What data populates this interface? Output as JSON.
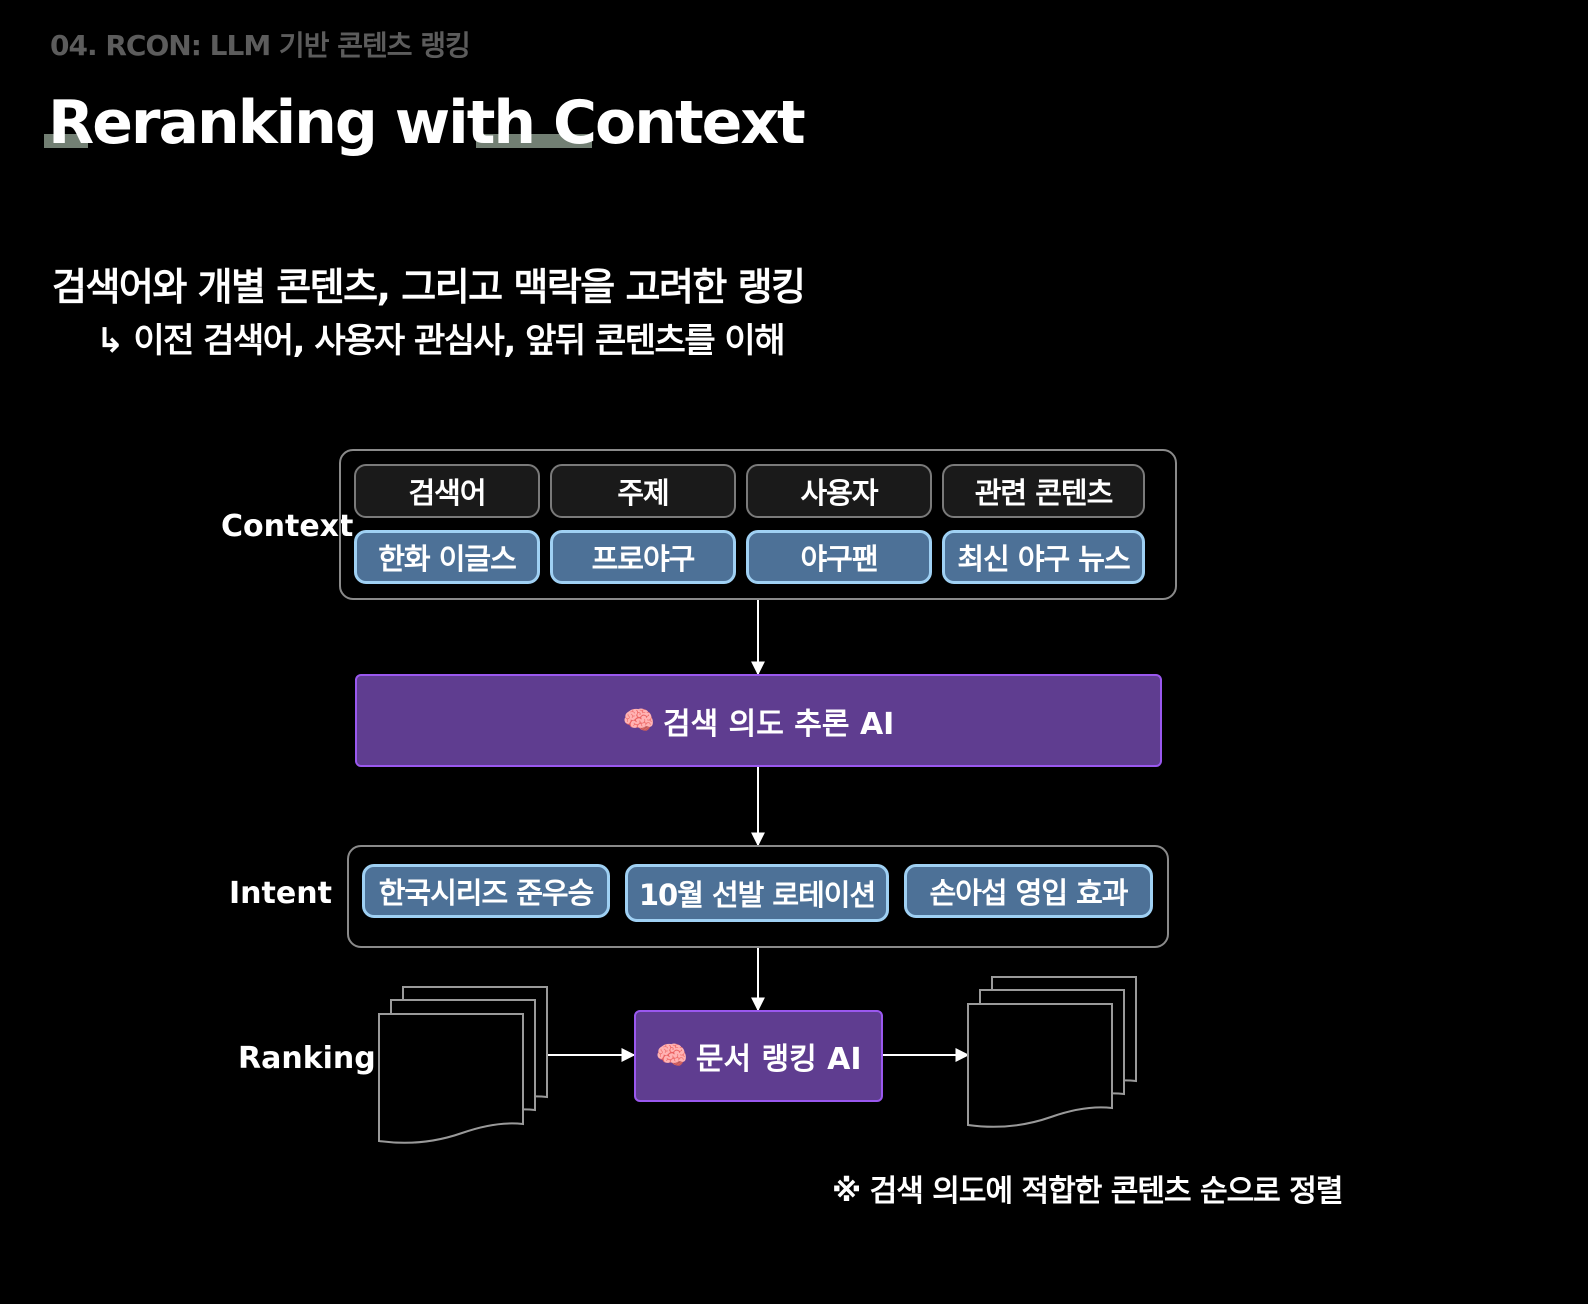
{
  "breadcrumb": "04. RCON: LLM 기반 콘텐츠 랭킹",
  "title": "Reranking with Context",
  "heading": "검색어와 개별 콘텐츠, 그리고 맥락을 고려한 랭킹",
  "subheading": "↳ 이전 검색어, 사용자 관심사, 앞뒤 콘텐츠를 이해",
  "context": {
    "label": "Context",
    "categories": [
      "검색어",
      "주제",
      "사용자",
      "관련 콘텐츠"
    ],
    "values": [
      "한화 이글스",
      "프로야구",
      "야구팬",
      "최신 야구 뉴스"
    ]
  },
  "intent_ai": {
    "icon": "🧠",
    "label": "검색 의도 추론 AI"
  },
  "intent": {
    "label": "Intent",
    "values": [
      "한국시리즈 준우승",
      "10월 선발 로테이션",
      "손아섭 영입 효과"
    ]
  },
  "ranking": {
    "label": "Ranking",
    "ai_icon": "🧠",
    "ai_label": "문서 랭킹 AI"
  },
  "note": "※ 검색 의도에 적합한 콘텐츠 순으로 정렬",
  "colors": {
    "background": "#000000",
    "chip_blue": "#4d7197",
    "chip_blue_border": "#9fd0f3",
    "ai_purple": "#5f3d90",
    "ai_border": "#9a58ef"
  }
}
